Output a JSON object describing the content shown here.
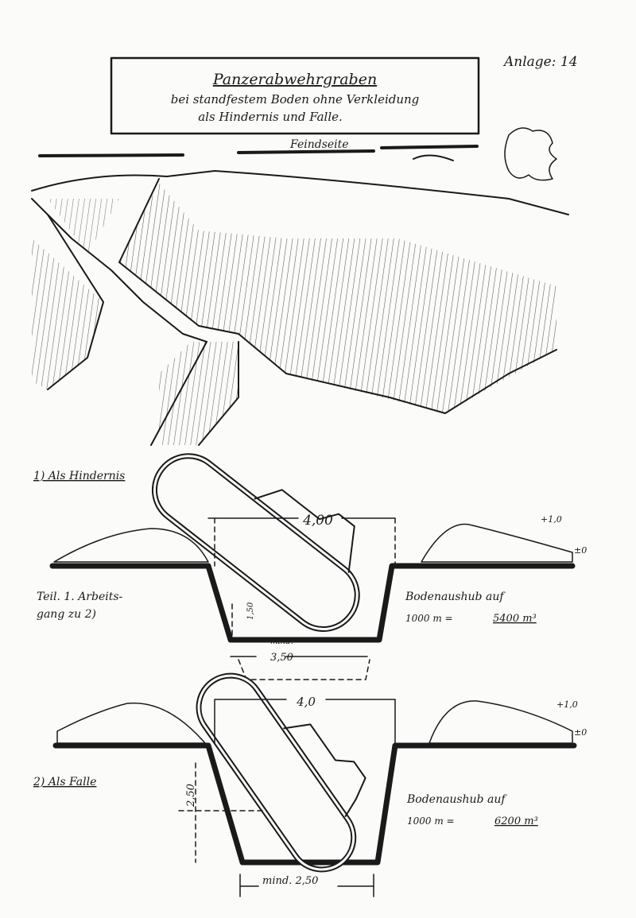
{
  "annex_label": "Anlage: 14",
  "title": {
    "heading": "Panzerabwehrgraben",
    "line2": "bei standfestem Boden ohne Verkleidung",
    "line3": "als Hindernis und Falle."
  },
  "landscape": {
    "enemy_side_label": "Feindseite"
  },
  "section1": {
    "label": "1) Als Hindernis",
    "width_top": "4,00",
    "height_mark": "+1,0",
    "ground_mark": "±0",
    "depth": "1,50",
    "bottom_width": "3,50",
    "bottom_note": "mind.",
    "left_note_1": "Teil. 1. Arbeits-",
    "left_note_2": "gang zu 2)",
    "spoil_note_1": "Bodenaushub auf",
    "spoil_note_2": "1000 m =",
    "spoil_volume": "5400 m³"
  },
  "section2": {
    "label": "2) Als Falle",
    "width_top": "4,0",
    "height_mark": "+1,0",
    "ground_mark": "±0",
    "depth": "2,50",
    "bottom_width": "mind. 2,50",
    "spoil_note_1": "Bodenaushub auf",
    "spoil_note_2": "1000 m =",
    "spoil_volume": "6200 m³"
  }
}
